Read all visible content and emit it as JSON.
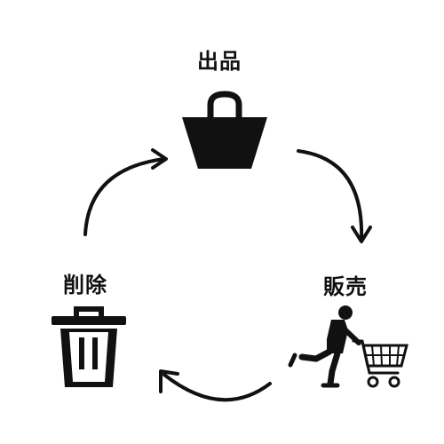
{
  "diagram": {
    "steps": [
      {
        "label": "出品",
        "icon": "shopping-bag-icon"
      },
      {
        "label": "販売",
        "icon": "shopper-with-cart-icon"
      },
      {
        "label": "削除",
        "icon": "trash-can-icon"
      }
    ],
    "flow": "clockwise cycle",
    "colors": {
      "ink": "#111111",
      "background": "#ffffff"
    }
  }
}
